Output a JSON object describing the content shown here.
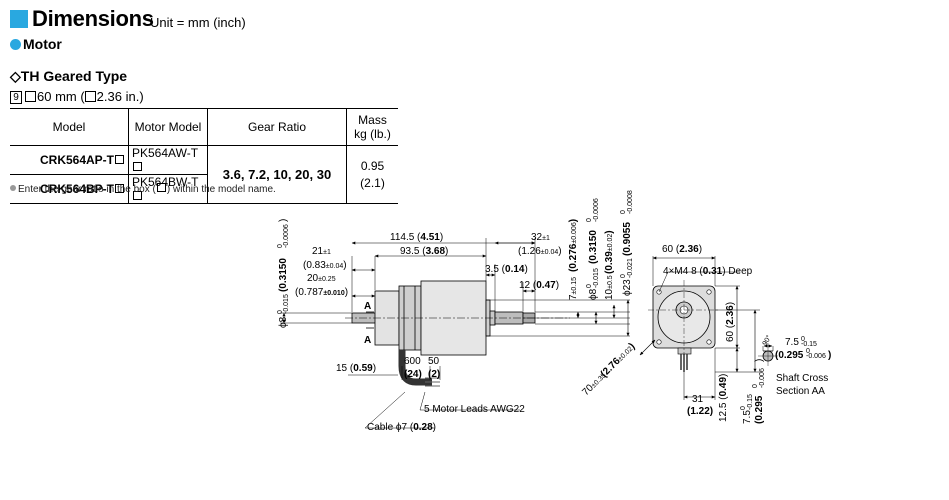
{
  "header": {
    "title": "Dimensions",
    "unit": "Unit = mm (inch)",
    "section": "Motor",
    "type_title": "◇TH Geared Type",
    "frame_number": "9",
    "frame_size": "60 mm (",
    "frame_size_in": "2.36 in.)"
  },
  "table": {
    "headers": [
      "Model",
      "Motor Model",
      "Gear Ratio",
      "Mass"
    ],
    "mass_unit": "kg (lb.)",
    "rows": [
      {
        "model": "CRK564AP-T",
        "motor": "PK564AW-T"
      },
      {
        "model": "CRK564BP-T",
        "motor": "PK564BW-T"
      }
    ],
    "gear_ratio": "3.6, 7.2, 10, 20, 30",
    "mass_kg": "0.95",
    "mass_lb": "(2.1)"
  },
  "note": {
    "pre": "Enter the gear ratio in the box (",
    "post": ") within the model name."
  },
  "drawing": {
    "d_114_5": "114.5 (",
    "d_114_5_b": "4.51",
    "d_114_5_c": ")",
    "d_93_5": "93.5 (",
    "d_93_5_b": "3.68",
    "d_93_5_c": ")",
    "d_21": "21",
    "d_21_tol": "±1",
    "d_21_in": "(0.83",
    "d_21_in_tol": "±0.04",
    "d_21_in_c": ")",
    "d_20": "20",
    "d_20_tol": "±0.25",
    "d_20_in": "(0.787",
    "d_20_in_tol": "±0.010",
    "d_20_in_c": ")",
    "d_32": "32",
    "d_32_tol": "±1",
    "d_32_in": "(1.26",
    "d_32_in_tol": "±0.04",
    "d_32_in_c": ")",
    "d_3_5": "3.5 (",
    "d_3_5_b": "0.14",
    "d_3_5_c": ")",
    "d_12": "12 (",
    "d_12_b": "0.47",
    "d_12_c": ")",
    "d_15": "15 (",
    "d_15_b": "0.59",
    "d_15_c": ")",
    "d_600": "600",
    "d_50": "50",
    "d_24": "(24)",
    "d_2": "(2)",
    "leads": "5 Motor Leads AWG22",
    "cable": "Cable ϕ7 (",
    "cable_b": "0.28",
    "cable_c": ")",
    "shaft_phi8": "ϕ8",
    "shaft_phi8_tol": "-0.015",
    "shaft_phi8_tol0": "0",
    "shaft_phi8_in": "(0.3150",
    "shaft_phi8_in_tol": "-0.0006",
    "shaft_phi8_in_tol0": "0",
    "v_7": "7",
    "v_7_tol": "±0.15",
    "v_7_in": "(0.276",
    "v_7_in_tol": "±0.006",
    "v_7_in_c": ")",
    "v_8": "ϕ8",
    "v_8_tol": "-0.015",
    "v_8_tol0": "0",
    "v_8_in": "(0.3150",
    "v_8_in_tol": "-0.0006",
    "v_8_in_tol0": "0",
    "v_10": "10",
    "v_10_tol": "±0.5",
    "v_10_in": "(0.39",
    "v_10_in_tol": "±0.02",
    "v_10_in_c": ")",
    "v_23": "ϕ23",
    "v_23_tol": "-0.021",
    "v_23_tol0": "0",
    "v_23_in": "(0.9055",
    "v_23_in_tol": "-0.0008",
    "v_23_in_tol0": "0",
    "section_a": "A",
    "front_60": "60 (",
    "front_60_b": "2.36",
    "front_60_c": ")",
    "front_60_v": "60 (",
    "front_60_v_b": "2.36",
    "front_60_v_c": ")",
    "holes": "4×M4 8 (",
    "holes_b": "0.31",
    "holes_c": ") Deep",
    "diag_70": "70",
    "diag_70_tol": "±0.35",
    "diag_70_in": "(2.76",
    "diag_70_in_tol": "±0.02",
    "diag_70_in_c": ")",
    "d_31": "31",
    "d_31_in": "(1.22)",
    "d_12_5": "12.5 (",
    "d_12_5_b": "0.49",
    "d_12_5_c": ")",
    "d_7_5v": "7.5",
    "d_7_5v_tol": "-0.15",
    "d_7_5v_tol0": "0",
    "d_7_5v_in": "(0.295",
    "d_7_5v_in_tol": "-0.006",
    "d_7_5v_in_tol0": "0",
    "angle": "90°",
    "sec_7_5": "7.5",
    "sec_7_5_tol": "-0.15",
    "sec_7_5_tol0": "0",
    "sec_in": "(0.295",
    "sec_in_tol": "-0.006",
    "sec_in_tol0": "0",
    "sec_in_c": ")",
    "section_label_1": "Shaft Cross",
    "section_label_2": "Section AA"
  },
  "colors": {
    "accent": "#29a8e0",
    "motor_body": "#dcdcdc",
    "motor_dark": "#555555"
  }
}
